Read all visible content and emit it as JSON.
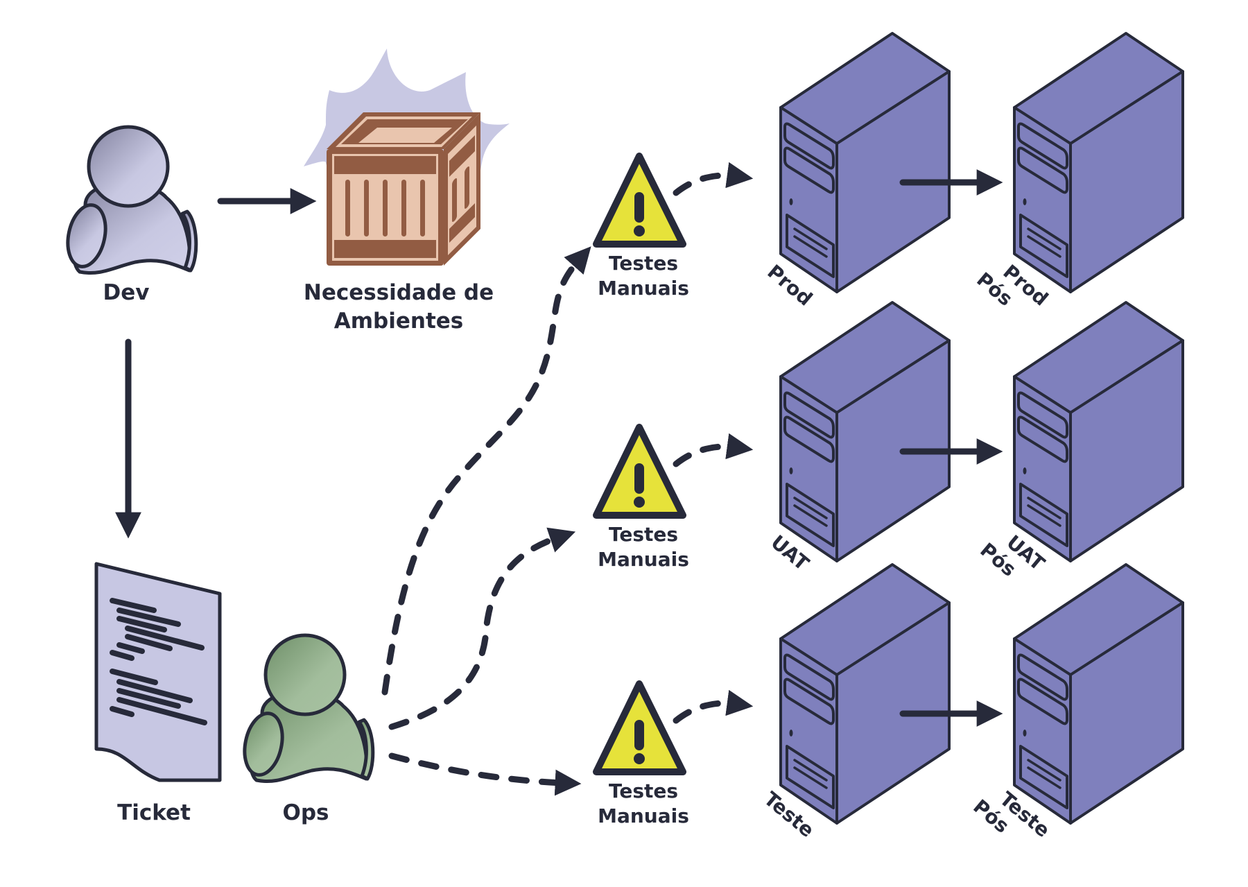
{
  "colors": {
    "ink": "#272a3a",
    "server": "#7f80bd",
    "dev_person": "#c5c5e0",
    "dev_person_shade": "#8a8aab",
    "ops_person": "#8fb089",
    "ops_person_shade": "#6f8f6b",
    "crate_dark": "#925c43",
    "crate_light": "#e9c5ae",
    "starburst": "#c8c8e3",
    "ticket_paper": "#c7c7e3",
    "warning_fill": "#e6e23a"
  },
  "actors": {
    "dev": {
      "label": "Dev",
      "icon": "person-icon"
    },
    "ops": {
      "label": "Ops",
      "icon": "person-icon"
    }
  },
  "crate": {
    "label_line1": "Necessidade de",
    "label_line2": "Ambientes",
    "icon": "crate-icon"
  },
  "ticket": {
    "label": "Ticket",
    "icon": "document-icon"
  },
  "warnings": [
    {
      "line1": "Testes",
      "line2": "Manuais",
      "icon": "warning-icon"
    },
    {
      "line1": "Testes",
      "line2": "Manuais",
      "icon": "warning-icon"
    },
    {
      "line1": "Testes",
      "line2": "Manuais",
      "icon": "warning-icon"
    }
  ],
  "servers": [
    {
      "line1": "Prod",
      "line2": "",
      "icon": "server-icon"
    },
    {
      "line1": "Prod",
      "line2": "Pós",
      "icon": "server-icon"
    },
    {
      "line1": "UAT",
      "line2": "",
      "icon": "server-icon"
    },
    {
      "line1": "UAT",
      "line2": "Pós",
      "icon": "server-icon"
    },
    {
      "line1": "Teste",
      "line2": "",
      "icon": "server-icon"
    },
    {
      "line1": "Teste",
      "line2": "Pós",
      "icon": "server-icon"
    }
  ],
  "connections": [
    {
      "from": "Dev",
      "to": "Necessidade de Ambientes",
      "style": "solid"
    },
    {
      "from": "Dev",
      "to": "Ticket",
      "style": "solid"
    },
    {
      "from": "Ops",
      "to": "Testes Manuais (Prod)",
      "style": "dashed"
    },
    {
      "from": "Ops",
      "to": "Testes Manuais (UAT)",
      "style": "dashed"
    },
    {
      "from": "Ops",
      "to": "Testes Manuais (Teste)",
      "style": "dashed"
    },
    {
      "from": "Testes Manuais",
      "to": "Prod",
      "style": "dashed"
    },
    {
      "from": "Testes Manuais",
      "to": "UAT",
      "style": "dashed"
    },
    {
      "from": "Testes Manuais",
      "to": "Teste",
      "style": "dashed"
    },
    {
      "from": "Prod",
      "to": "Prod Pós",
      "style": "solid"
    },
    {
      "from": "UAT",
      "to": "UAT Pós",
      "style": "solid"
    },
    {
      "from": "Teste",
      "to": "Teste Pós",
      "style": "solid"
    }
  ]
}
